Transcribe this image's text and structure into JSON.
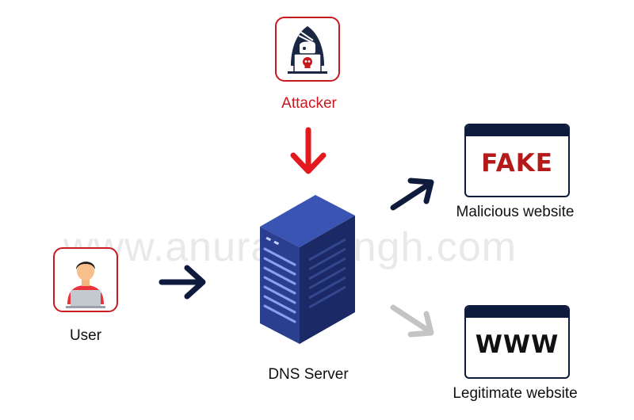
{
  "watermark": "www.anuraagsingh.com",
  "nodes": {
    "attacker": {
      "label": "Attacker"
    },
    "user": {
      "label": "User"
    },
    "dns_server": {
      "label": "DNS Server"
    },
    "malicious": {
      "label": "Malicious website",
      "sign_text": "FAKE"
    },
    "legitimate": {
      "label": "Legitimate website",
      "sign_text": "WWW"
    }
  },
  "colors": {
    "attacker_red": "#c8191f",
    "navy": "#0f1b3d",
    "server_blue": "#2a3f8f",
    "inactive_arrow": "#c4c4c4",
    "fake_text": "#b41a1a"
  },
  "icons": {
    "attacker": "hooded-hacker-icon",
    "user": "user-laptop-icon",
    "server": "server-rack-icon"
  }
}
